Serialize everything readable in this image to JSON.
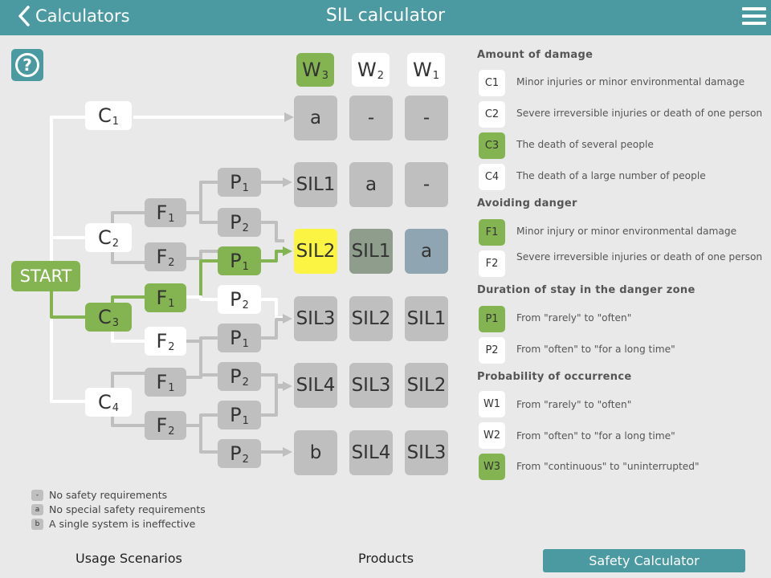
{
  "header": {
    "back_label": "Calculators",
    "title": "SIL calculator"
  },
  "tree": {
    "start": "START",
    "c": [
      "C",
      "C",
      "C",
      "C"
    ],
    "c_sub": [
      "1",
      "2",
      "3",
      "4"
    ],
    "f": [
      "F",
      "F",
      "F",
      "F",
      "F",
      "F"
    ],
    "f_sub": [
      "1",
      "2",
      "1",
      "2",
      "1",
      "2"
    ],
    "p": [
      "P",
      "P",
      "P",
      "P",
      "P",
      "P",
      "P",
      "P"
    ],
    "p_sub": [
      "1",
      "2",
      "1",
      "2",
      "1",
      "2",
      "1",
      "2"
    ]
  },
  "matrix": {
    "headers": [
      {
        "label": "W",
        "sub": "3"
      },
      {
        "label": "W",
        "sub": "2"
      },
      {
        "label": "W",
        "sub": "1"
      }
    ],
    "rows": [
      [
        "a",
        "-",
        "-"
      ],
      [
        "SIL1",
        "a",
        "-"
      ],
      [
        "SIL2",
        "SIL1",
        "a"
      ],
      [
        "SIL3",
        "SIL2",
        "SIL1"
      ],
      [
        "SIL4",
        "SIL3",
        "SIL2"
      ],
      [
        "b",
        "SIL4",
        "SIL3"
      ]
    ]
  },
  "sections": [
    {
      "title": "Amount of damage",
      "items": [
        {
          "code": "C1",
          "text": "Minor injuries or minor environmental damage",
          "selected": false
        },
        {
          "code": "C2",
          "text": "Severe irreversible injuries or death of one person",
          "selected": false
        },
        {
          "code": "C3",
          "text": "The death of several people",
          "selected": true
        },
        {
          "code": "C4",
          "text": "The death of a large number of people",
          "selected": false
        }
      ]
    },
    {
      "title": "Avoiding danger",
      "items": [
        {
          "code": "F1",
          "text": "Minor injury or minor environmental damage",
          "selected": true
        },
        {
          "code": "F2",
          "text": "Severe irreversible injuries or death of one person",
          "selected": false
        }
      ]
    },
    {
      "title": "Duration of stay in the danger zone",
      "items": [
        {
          "code": "P1",
          "text": "From \"rarely\" to \"often\"",
          "selected": true
        },
        {
          "code": "P2",
          "text": "From \"often\" to \"for a long time\"",
          "selected": false
        }
      ]
    },
    {
      "title": "Probability of occurrence",
      "items": [
        {
          "code": "W1",
          "text": "From \"rarely\" to \"often\"",
          "selected": false
        },
        {
          "code": "W2",
          "text": "From \"often\" to \"for a long time\"",
          "selected": false
        },
        {
          "code": "W3",
          "text": "From \"continuous\" to \"uninterrupted\"",
          "selected": true
        }
      ]
    }
  ],
  "legend": [
    {
      "symbol": "-",
      "text": "No safety requirements"
    },
    {
      "symbol": "a",
      "text": "No special safety requirements"
    },
    {
      "symbol": "b",
      "text": "A single system is ineffective"
    }
  ],
  "nav": {
    "usage": "Usage Scenarios",
    "products": "Products",
    "safety": "Safety Calculator"
  },
  "colors": {
    "header": "#4b9aa1",
    "selected": "#84b451",
    "highlight": "#fbf443"
  }
}
